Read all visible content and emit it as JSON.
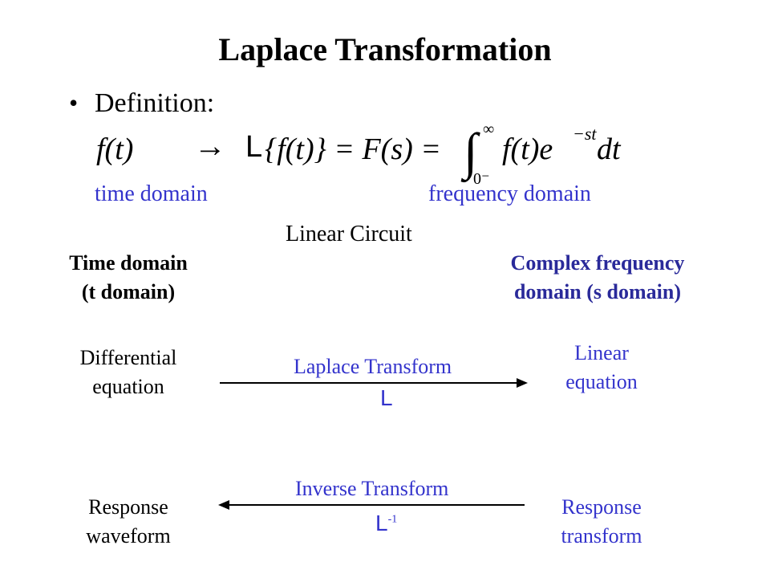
{
  "title": "Laplace Transformation",
  "bullet": {
    "text": "Definition:"
  },
  "formula": {
    "lhs": "f(t)",
    "arrow": "→",
    "operator": "L",
    "expr1": "{f(t)} = F(s) = ",
    "integral_sign": "∫",
    "upper_limit": "∞",
    "lower_limit": "0⁻",
    "integrand": "f(t)e",
    "exponent": "−st",
    "differential": "dt"
  },
  "domains": {
    "time": "time domain",
    "frequency": "frequency domain"
  },
  "section_label": "Linear  Circuit",
  "left_header": {
    "line1": "Time domain",
    "line2": "(t domain)"
  },
  "right_header": {
    "line1": "Complex frequency",
    "line2": "domain (s domain)"
  },
  "rows": [
    {
      "left": {
        "line1": "Differential",
        "line2": "equation"
      },
      "right": {
        "line1": "Linear",
        "line2": "equation"
      },
      "arrow_label": "Laplace Transform",
      "arrow_symbol": "L",
      "direction": "right"
    },
    {
      "left": {
        "line1": "Response",
        "line2": "waveform"
      },
      "right": {
        "line1": "Response",
        "line2": "transform"
      },
      "arrow_label": "Inverse Transform",
      "arrow_symbol": "L",
      "arrow_superscript": "-1",
      "direction": "left"
    }
  ],
  "colors": {
    "accent": "#3333cc",
    "header_blue": "#2a2a9a",
    "text": "#000000"
  }
}
